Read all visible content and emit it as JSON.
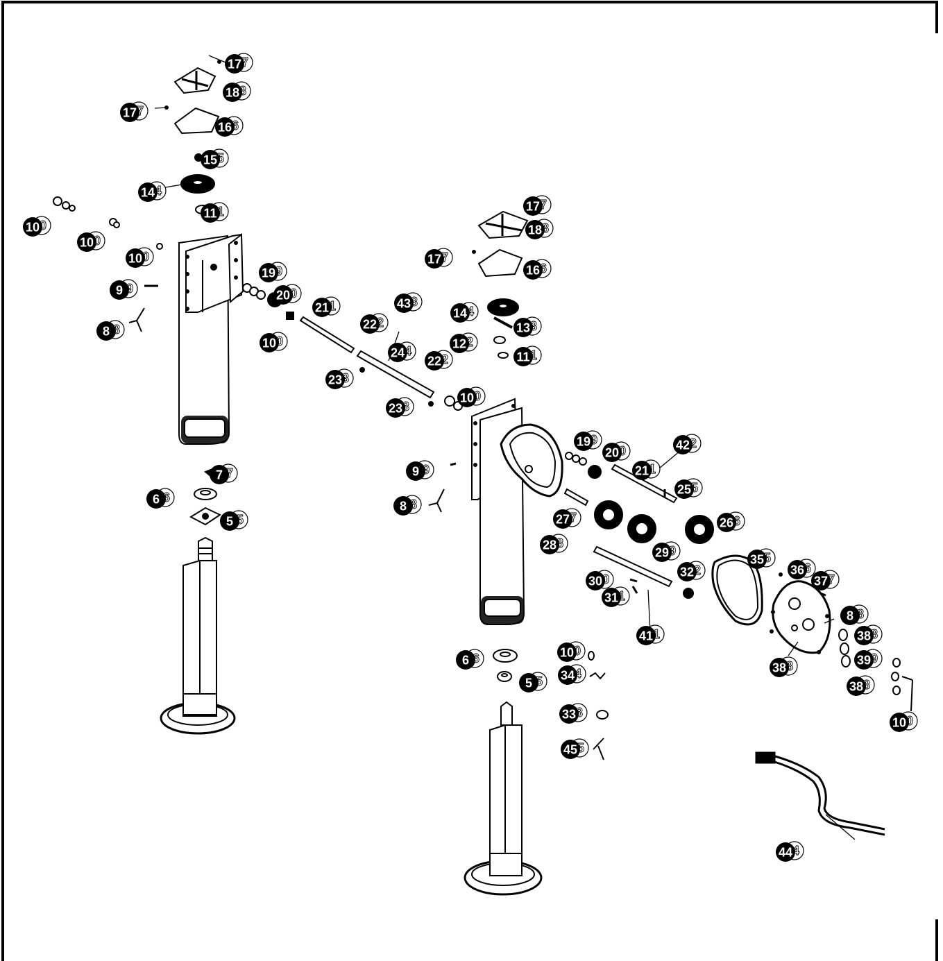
{
  "diagram": {
    "type": "exploded-parts-diagram",
    "colors": {
      "ink": "#000000",
      "paper": "#ffffff",
      "callout_fill": "#000000"
    },
    "callouts": [
      {
        "id": "c17a",
        "label": "17"
      },
      {
        "id": "c18a",
        "label": "18"
      },
      {
        "id": "c17b",
        "label": "17"
      },
      {
        "id": "c16a",
        "label": "16"
      },
      {
        "id": "c15a",
        "label": "15"
      },
      {
        "id": "c14a",
        "label": "14"
      },
      {
        "id": "c11a",
        "label": "11"
      },
      {
        "id": "c10a",
        "label": "10"
      },
      {
        "id": "c10b",
        "label": "10"
      },
      {
        "id": "c10c",
        "label": "10"
      },
      {
        "id": "c9a",
        "label": "9"
      },
      {
        "id": "c8a",
        "label": "8"
      },
      {
        "id": "c19a",
        "label": "19"
      },
      {
        "id": "c20a",
        "label": "20"
      },
      {
        "id": "c10d",
        "label": "10"
      },
      {
        "id": "c21a",
        "label": "21"
      },
      {
        "id": "c22a",
        "label": "22"
      },
      {
        "id": "c43a",
        "label": "43"
      },
      {
        "id": "c24a",
        "label": "24"
      },
      {
        "id": "c22b",
        "label": "22"
      },
      {
        "id": "c23a",
        "label": "23"
      },
      {
        "id": "c23b",
        "label": "23"
      },
      {
        "id": "c10e",
        "label": "10"
      },
      {
        "id": "c17c",
        "label": "17"
      },
      {
        "id": "c18b",
        "label": "18"
      },
      {
        "id": "c17d",
        "label": "17"
      },
      {
        "id": "c16b",
        "label": "16"
      },
      {
        "id": "c14b",
        "label": "14"
      },
      {
        "id": "c13a",
        "label": "13"
      },
      {
        "id": "c12a",
        "label": "12"
      },
      {
        "id": "c11b",
        "label": "11"
      },
      {
        "id": "c7a",
        "label": "7"
      },
      {
        "id": "c6a",
        "label": "6"
      },
      {
        "id": "c5a",
        "label": "5"
      },
      {
        "id": "c9b",
        "label": "9"
      },
      {
        "id": "c8b",
        "label": "8"
      },
      {
        "id": "c19b",
        "label": "19"
      },
      {
        "id": "c20b",
        "label": "20"
      },
      {
        "id": "c42a",
        "label": "42"
      },
      {
        "id": "c21b",
        "label": "21"
      },
      {
        "id": "c25a",
        "label": "25"
      },
      {
        "id": "c27a",
        "label": "27"
      },
      {
        "id": "c26a",
        "label": "26"
      },
      {
        "id": "c28a",
        "label": "28"
      },
      {
        "id": "c29a",
        "label": "29"
      },
      {
        "id": "c35a",
        "label": "35"
      },
      {
        "id": "c32a",
        "label": "32"
      },
      {
        "id": "c36a",
        "label": "36"
      },
      {
        "id": "c37a",
        "label": "37"
      },
      {
        "id": "c30a",
        "label": "30"
      },
      {
        "id": "c31a",
        "label": "31"
      },
      {
        "id": "c8c",
        "label": "8"
      },
      {
        "id": "c38a",
        "label": "38"
      },
      {
        "id": "c41a",
        "label": "41"
      },
      {
        "id": "c39a",
        "label": "39"
      },
      {
        "id": "c6b",
        "label": "6"
      },
      {
        "id": "c10f",
        "label": "10"
      },
      {
        "id": "c38b",
        "label": "38"
      },
      {
        "id": "c38c",
        "label": "38"
      },
      {
        "id": "c34a",
        "label": "34"
      },
      {
        "id": "c5b",
        "label": "5"
      },
      {
        "id": "c10g",
        "label": "10"
      },
      {
        "id": "c33a",
        "label": "33"
      },
      {
        "id": "c45a",
        "label": "45"
      },
      {
        "id": "c44a",
        "label": "44"
      }
    ]
  }
}
